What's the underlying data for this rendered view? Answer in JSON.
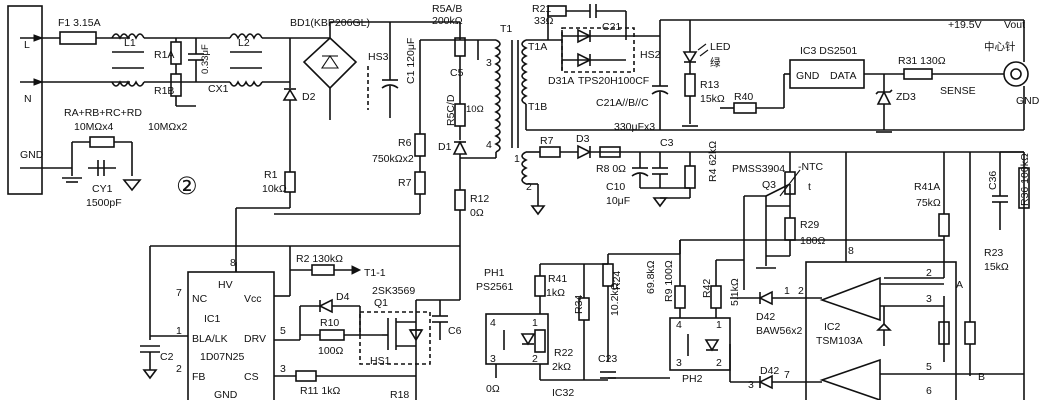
{
  "labels": {
    "L": "L",
    "N": "N",
    "GND_in": "GND",
    "F1": "F1  3.15A",
    "L1": "L1",
    "L2": "L2",
    "R1A": "R1A",
    "R1B": "R1B",
    "CX1": "CX1",
    "CX1v": "0.33μF",
    "R1AB_val": "10MΩx2",
    "BD1": "BD1(KBP206GL)",
    "D2": "D2",
    "HS3": "HS3",
    "C1": "C1 120μF",
    "R5": "R5A/B",
    "R5v": "200kΩ",
    "C5": "C5",
    "R5CD": "R5C/D",
    "R5CDv": "10Ω",
    "D1": "D1",
    "R6": "R6",
    "R6v": "750kΩx2",
    "R7": "R7",
    "R12": "R12",
    "R12v": "0Ω",
    "T1": "T1",
    "T1A": "T1A",
    "T1B": "T1B",
    "n3": "3",
    "n4": "4",
    "n1": "1",
    "n2": "2",
    "R21": "R21",
    "R21v": "33Ω",
    "C21": "C21",
    "HS2": "HS2",
    "D31A": "D31A",
    "TPS": "TPS20H100CF",
    "C21ABC": "C21A//B//C",
    "Cx3": "330μFx3",
    "LED": "LED",
    "LEDc": "绿",
    "R13": "R13",
    "R13v": "15kΩ",
    "R40": "R40",
    "IC3": "IC3  DS2501",
    "GND_ic3": "GND",
    "DATA": "DATA",
    "ZD3": "ZD3",
    "R31": "R31  130Ω",
    "Vplus": "+19.5V",
    "Vout": "Vout",
    "center": "中心针",
    "SENSE": "SENSE",
    "GND_out": "GND",
    "RA": "RA+RB+RC+RD",
    "RAv": "10MΩx4",
    "CY1": "CY1",
    "CY1v": "1500pF",
    "circ": "②",
    "R1": "R1",
    "R1v": "10kΩ",
    "R7b": "R7",
    "D3": "D3",
    "R8": "R8  0Ω",
    "C3": "C3",
    "C10": "C10",
    "C10v": "10μF",
    "R4": "R4  62kΩ",
    "PMSS": "PMSS3904",
    "NTC": "-NTC",
    "NTCt": "t",
    "Q3": "Q3",
    "R29": "R29",
    "R29v": "180Ω",
    "C36": "C36",
    "R36": "R36  100kΩ",
    "R41A": "R41A",
    "R41Av": "75kΩ",
    "R23": "R23",
    "R23v": "15kΩ",
    "pin8r": "8",
    "pin2r": "2",
    "pinA": "A",
    "pin3r": "3",
    "pin5r": "5",
    "pinB": "B",
    "pin6r": "6",
    "R2": "R2  130kΩ",
    "T11": "T1-1",
    "pin8": "8",
    "HV": "HV",
    "NC": "NC",
    "Vcc": "Vcc",
    "pin7": "7",
    "IC1": "IC1",
    "BLALK": "BLA/LK",
    "DRV": "DRV",
    "IC1n": "1D07N25",
    "FB": "FB",
    "GND_ic1": "GND",
    "CS": "CS",
    "pin1": "1",
    "pin5": "5",
    "pin3": "3",
    "pin2": "2",
    "C2": "C2",
    "D4": "D4",
    "R10": "R10",
    "R10v": "100Ω",
    "Q1": "Q1",
    "SK": "2SK3569",
    "C6": "C6",
    "HS1": "HS1",
    "R11": "R11  1kΩ",
    "R18": "R18",
    "PH1": "PH1",
    "PS": "PS2561",
    "R41": "R41",
    "R41v": "1kΩ",
    "R34": "R34",
    "R34v": "10.2kΩ",
    "R24": "R24",
    "R24v": "69.8kΩ",
    "R9": "R9  100Ω",
    "R42": "R42",
    "R42v": "5.1kΩ",
    "R22": "R22",
    "R22v": "2kΩ",
    "C23": "C23",
    "IC32": "IC32",
    "zero": "0Ω",
    "PH2": "PH2",
    "D42": "D42",
    "BAW": "BAW56x2",
    "D42b": "D42",
    "IC2": "IC2",
    "TSM": "TSM103A",
    "p4": "4",
    "p3": "3",
    "p1": "1",
    "p2": "2",
    "q4": "4",
    "q3": "3",
    "q1": "1",
    "q2": "2",
    "o1": "1",
    "o2": "2",
    "o7": "7",
    "o3": "3"
  }
}
